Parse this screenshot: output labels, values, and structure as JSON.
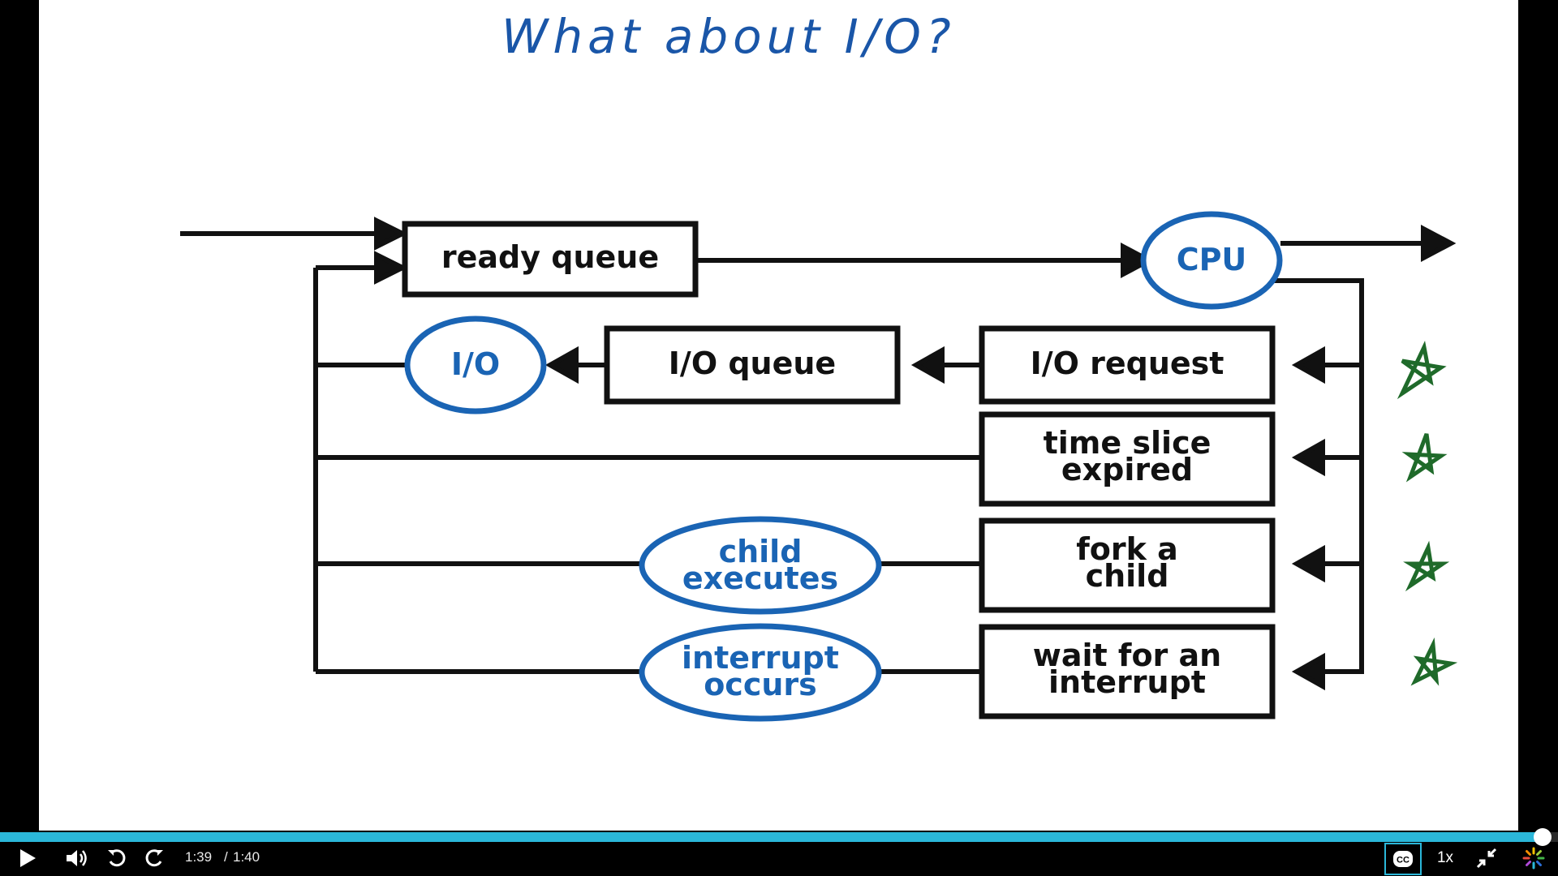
{
  "slide": {
    "title": "What about I/O?"
  },
  "diagram": {
    "nodes": {
      "ready_queue": "ready queue",
      "cpu": "CPU",
      "io": "I/O",
      "io_queue": "I/O queue",
      "io_request": "I/O request",
      "time_slice_line1": "time slice",
      "time_slice_line2": "expired",
      "fork_line1": "fork a",
      "fork_line2": "child",
      "child_exec_line1": "child",
      "child_exec_line2": "executes",
      "wait_line1": "wait for an",
      "wait_line2": "interrupt",
      "interrupt_line1": "interrupt",
      "interrupt_line2": "occurs"
    },
    "colors": {
      "box_stroke": "#111111",
      "ellipse_stroke": "#1a64b4",
      "ellipse_text": "#1a64b4",
      "handwriting": "#1a56a8",
      "stars": "#1f6a2a"
    },
    "annotations": [
      "star",
      "star",
      "star",
      "star"
    ]
  },
  "player": {
    "current_time": "1:39",
    "separator": "/",
    "duration": "1:40",
    "speed": "1x",
    "progress": 0.99,
    "accent_color": "#2bb7d9",
    "icons": [
      "play-icon",
      "volume-icon",
      "rewind-icon",
      "forward-icon",
      "closed-captions-icon",
      "exit-fullscreen-icon",
      "loading-icon"
    ]
  }
}
